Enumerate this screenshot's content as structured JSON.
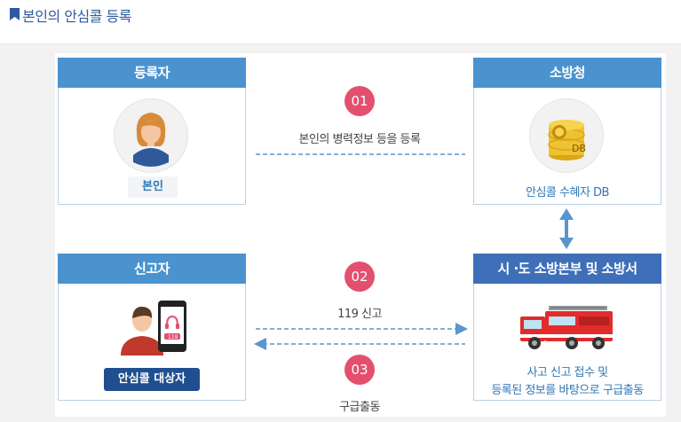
{
  "header": {
    "title": "본인의 안심콜 등록"
  },
  "boxes": {
    "registrant": {
      "title": "등록자",
      "label": "본인"
    },
    "fire_agency": {
      "title": "소방청",
      "db_text": "DB",
      "caption": "안심콜 수혜자 DB"
    },
    "reporter": {
      "title": "신고자",
      "phone_text": "119",
      "label": "안심콜 대상자"
    },
    "fire_station": {
      "title": "시 ·도 소방본부 및 소방서",
      "caption_line1": "사고 신고 접수 및",
      "caption_line2": "등록된 정보를 바탕으로 구급출동"
    }
  },
  "steps": [
    {
      "number": "01",
      "label": "본인의 병력정보 등을 등록"
    },
    {
      "number": "02",
      "label": "119 신고"
    },
    {
      "number": "03",
      "label": "구급출동"
    }
  ],
  "colors": {
    "header_blue": "#4a93cf",
    "header_navy": "#3f6fb8",
    "step_pink": "#e3506f",
    "arrow_blue": "#5a95cd"
  }
}
